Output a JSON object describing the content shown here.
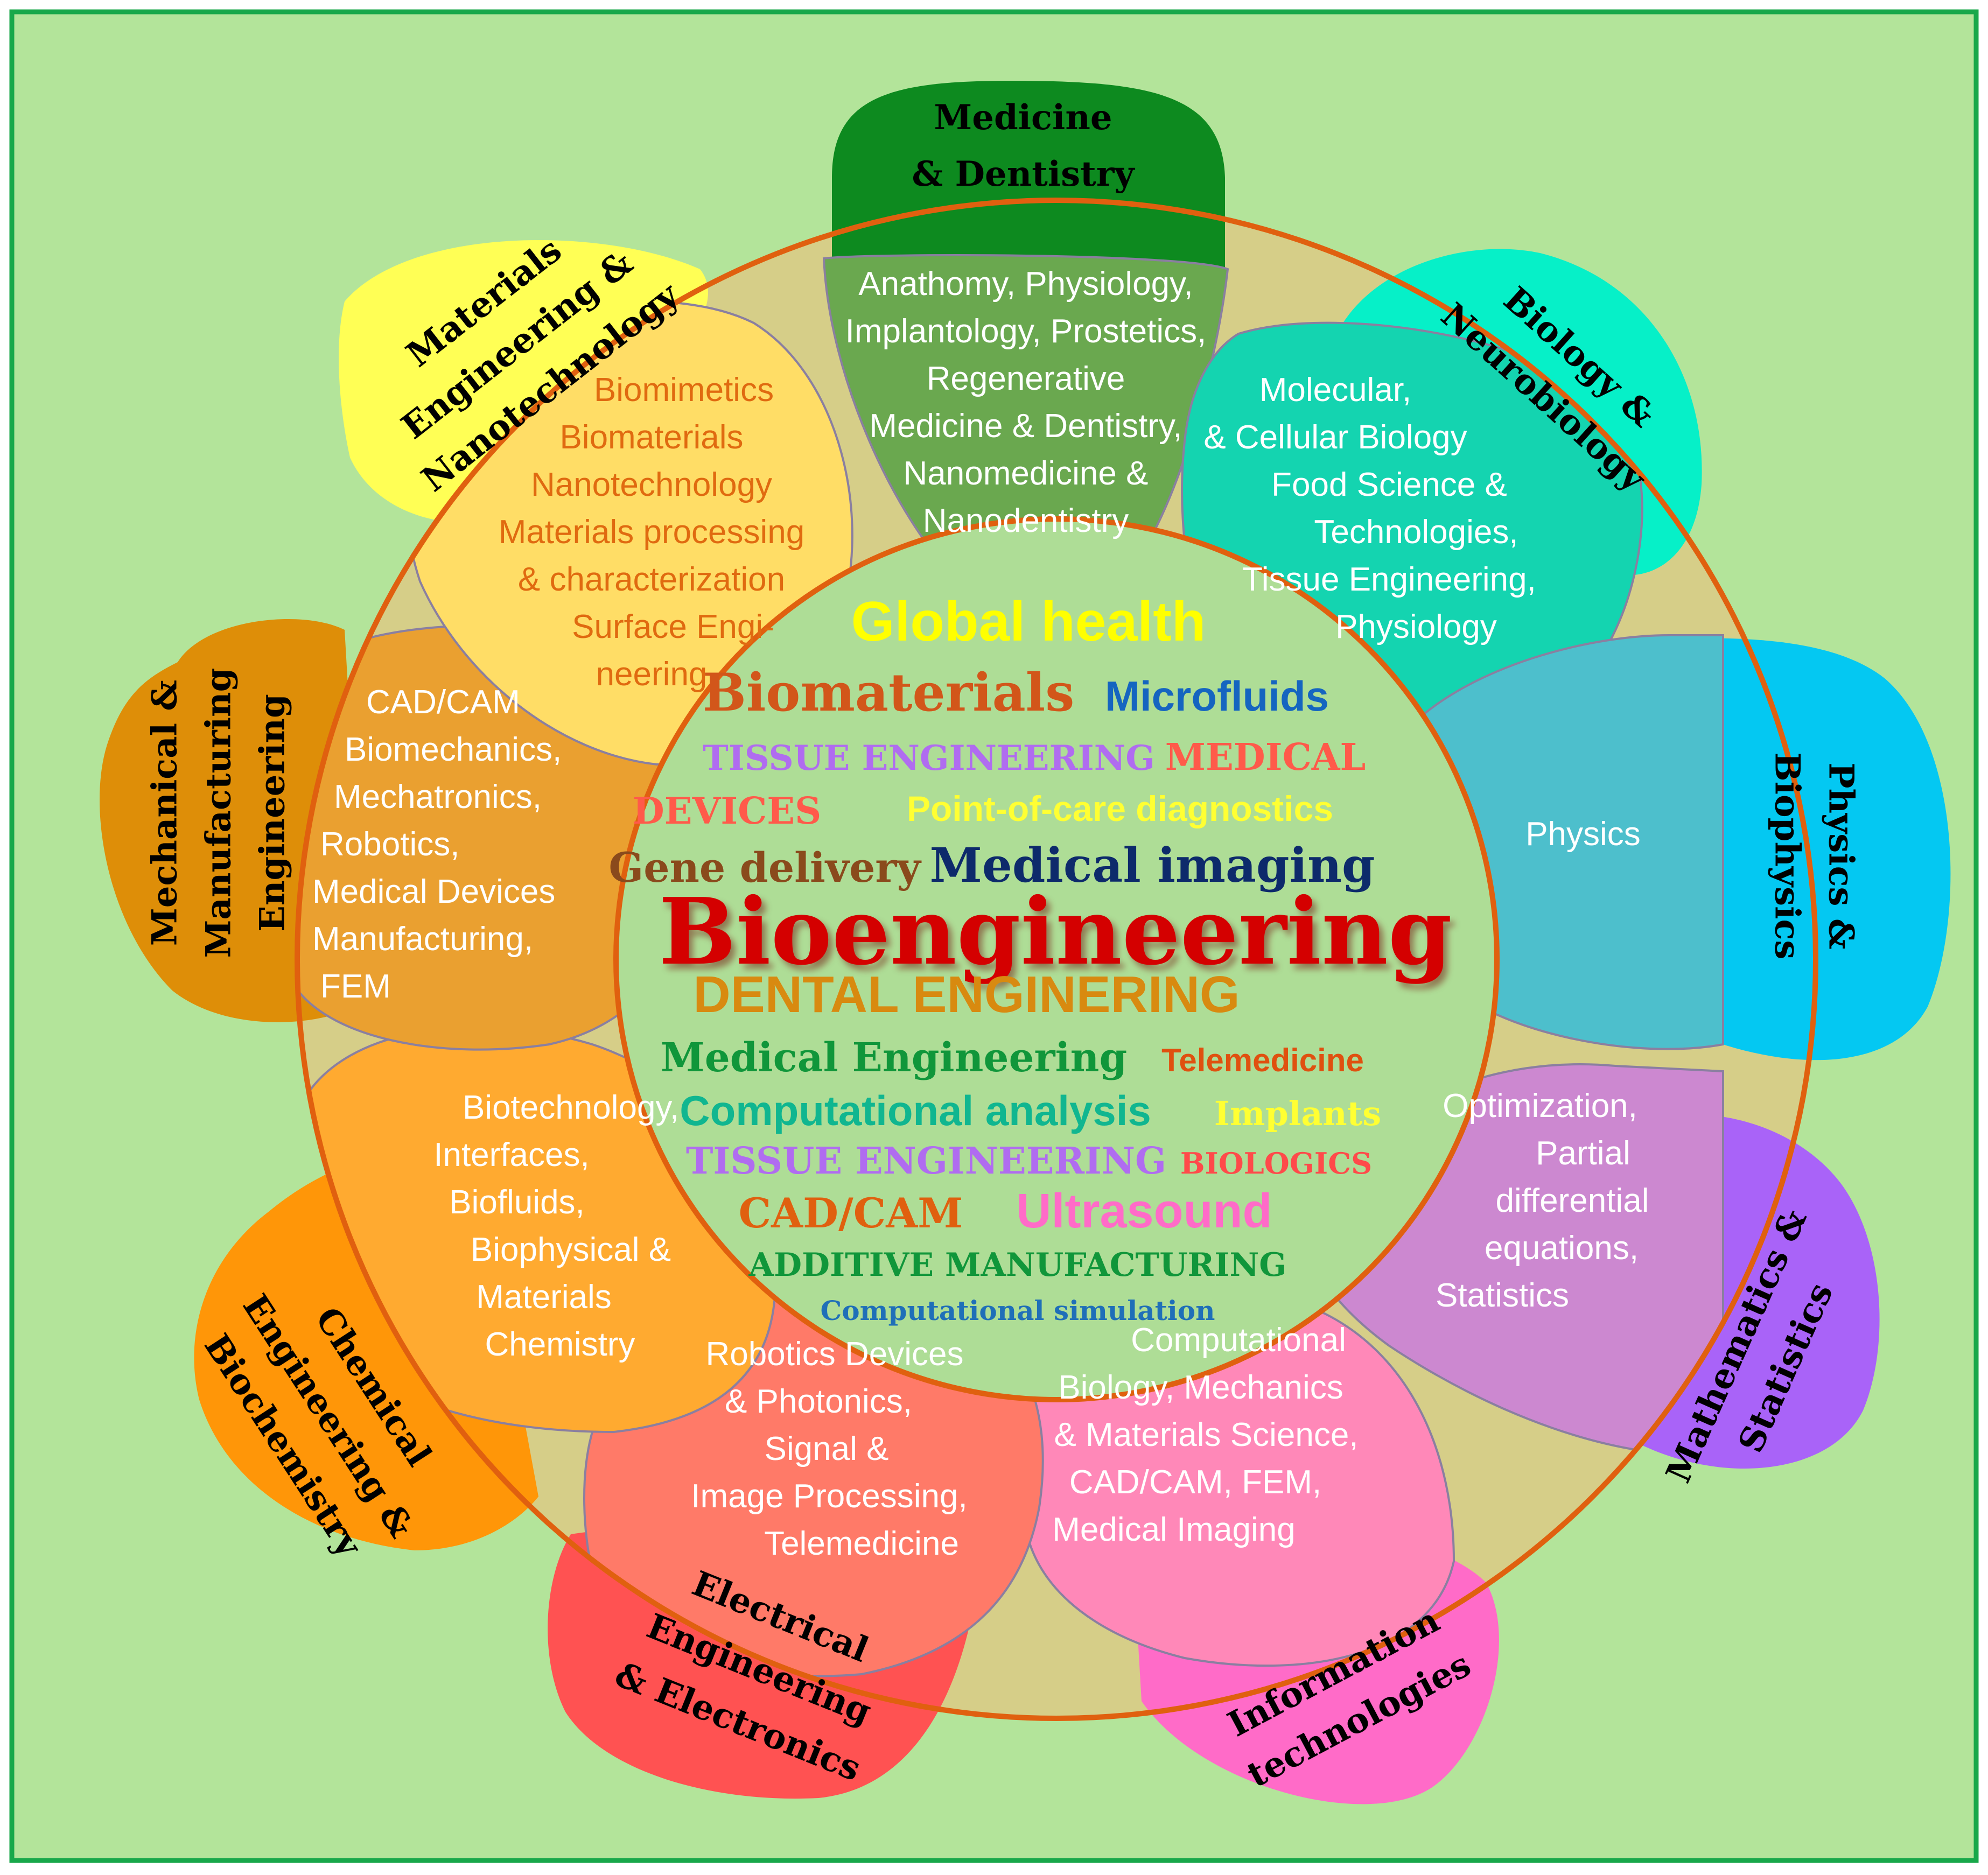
{
  "colors": {
    "background": "#b3e49a",
    "border": "#18a84a",
    "ring_outline": "#e0600f",
    "ring_fill": "#d6ce88",
    "center_fill": "#aedd96",
    "medicine": "#0d8a1f",
    "biology": "#06f0c8",
    "physics": "#04c8f2",
    "mathematics": "#a963f8",
    "information": "#ff6bc8",
    "electrical": "#ff5252",
    "chemical": "#ff9608",
    "mechanical": "#de8e08",
    "materials": "#ffff55"
  },
  "petals": [
    {
      "id": "medicine",
      "title": [
        "Medicine",
        "& Dentistry"
      ],
      "topics": [
        "Anathomy, Physiology,",
        "Implantology, Prostetics,",
        "Regenerative",
        "Medicine & Dentistry,",
        "Nanomedicine &",
        "Nanodentistry"
      ],
      "topic_color": "#ffffff"
    },
    {
      "id": "biology",
      "title": [
        "Biology &",
        "Neurobiology"
      ],
      "topics": [
        "Molecular,",
        "& Cellular Biology",
        "Food Science &",
        "Technologies,",
        "Tissue Engineering,",
        "Physiology"
      ],
      "topic_color": "#ffffff"
    },
    {
      "id": "physics",
      "title": [
        "Physics &",
        "Biophysics"
      ],
      "topics": [
        "Physics"
      ],
      "topic_color": "#ffffff"
    },
    {
      "id": "mathematics",
      "title": [
        "Mathematics &",
        "Statistics"
      ],
      "topics": [
        "Optimization,",
        "Partial",
        "differential",
        "equations,",
        "Statistics"
      ],
      "topic_color": "#ffffff"
    },
    {
      "id": "information",
      "title": [
        "Information",
        "technologies"
      ],
      "topics": [
        "Computational",
        "Biology, Mechanics",
        "& Materials Science,",
        "CAD/CAM, FEM,",
        "Medical Imaging"
      ],
      "topic_color": "#ffffff"
    },
    {
      "id": "electrical",
      "title": [
        "Electrical",
        "Engineering",
        "& Electronics"
      ],
      "topics": [
        "Robotics Devices",
        "& Photonics,",
        "Signal &",
        "Image Processing,",
        "Telemedicine"
      ],
      "topic_color": "#ffffff"
    },
    {
      "id": "chemical",
      "title": [
        "Chemical",
        "Engineering &",
        "Biochemistry"
      ],
      "topics": [
        "Biotechnology,",
        "Interfaces,",
        "Biofluids,",
        "Biophysical &",
        "Materials",
        "Chemistry"
      ],
      "topic_color": "#ffffff"
    },
    {
      "id": "mechanical",
      "title": [
        "Mechanical &",
        "Manufacturing",
        "Engineering"
      ],
      "topics": [
        "CAD/CAM",
        "Biomechanics,",
        "Mechatronics,",
        "Robotics,",
        "Medical Devices",
        "Manufacturing,",
        "FEM"
      ],
      "topic_color": "#ffffff"
    },
    {
      "id": "materials",
      "title": [
        "Materials",
        "Engineering &",
        "Nanotechnology"
      ],
      "topics": [
        "Biomimetics",
        "Biomaterials",
        "Nanotechnology",
        "Materials processing",
        "& characterization",
        "Surface Engi-",
        "neering"
      ],
      "topic_color": "#e06a10"
    }
  ],
  "center_words": [
    {
      "text": "Global health",
      "color": "#ffff00"
    },
    {
      "text": "Biomaterials",
      "color": "#d2561a"
    },
    {
      "text": "Microfluids",
      "color": "#1565c0"
    },
    {
      "text": "TISSUE ENGINEERING",
      "color": "#b06cf0"
    },
    {
      "text": "MEDICAL",
      "color": "#ff5a4a"
    },
    {
      "text": "DEVICES",
      "color": "#ff5a4a"
    },
    {
      "text": "Point-of-care diagnostics",
      "color": "#ffff33"
    },
    {
      "text": "Gene delivery",
      "color": "#8a4a1c"
    },
    {
      "text": "Medical imaging",
      "color": "#0d2a6b"
    },
    {
      "text": "Bioengineering",
      "color": "#d40000"
    },
    {
      "text": "DENTAL ENGINERING",
      "color": "#d88a10"
    },
    {
      "text": "Medical Engineering",
      "color": "#10963a"
    },
    {
      "text": "Telemedicine",
      "color": "#e0500f"
    },
    {
      "text": "Computational analysis",
      "color": "#10b690"
    },
    {
      "text": "Implants",
      "color": "#ffff33"
    },
    {
      "text": "TISSUE ENGINEERING",
      "color": "#b06cf0"
    },
    {
      "text": "BIOLOGICS",
      "color": "#ff4a4a"
    },
    {
      "text": "CAD/CAM",
      "color": "#e0600f"
    },
    {
      "text": "Ultrasound",
      "color": "#ff6bc8"
    },
    {
      "text": "ADDITIVE MANUFACTURING",
      "color": "#10963a"
    },
    {
      "text": "Computational simulation",
      "color": "#1f6fb8"
    }
  ]
}
